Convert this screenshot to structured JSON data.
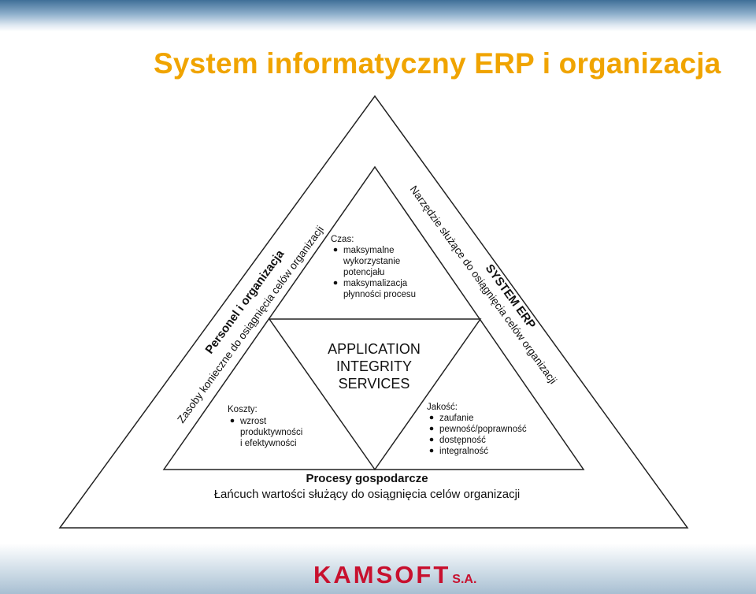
{
  "title": "System informatyczny ERP i organizacja",
  "left_side": {
    "heading": "Personel i organizacja",
    "subheading": "Zasoby konieczne do osiągnięcia celów organizacji"
  },
  "right_side": {
    "heading": "SYSTEM ERP",
    "subheading": "Narzędzie służące do osiągnięcia celów organizacji"
  },
  "bottom_side": {
    "heading": "Procesy gospodarcze",
    "subheading": "Łańcuch wartości służący do osiągnięcia celów organizacji"
  },
  "center": {
    "lines": [
      "APPLICATION",
      "INTEGRITY",
      "SERVICES"
    ]
  },
  "top_box": {
    "heading": "Czas:",
    "items": [
      "maksymalne",
      "wykorzystanie",
      "potencjału",
      "maksymalizacja",
      "płynności procesu"
    ]
  },
  "left_box": {
    "heading": "Koszty:",
    "items": [
      "wzrost",
      "produktywności",
      "i efektywności"
    ]
  },
  "right_box": {
    "heading": "Jakość:",
    "items": [
      "zaufanie",
      "pewność/poprawność",
      "dostępność",
      "integralność"
    ]
  },
  "footer": {
    "logo_main": "KAMSOFT",
    "logo_suffix": "S.A."
  },
  "colors": {
    "title": "#f0a400",
    "logo": "#c8102e",
    "lines": "#222222"
  }
}
